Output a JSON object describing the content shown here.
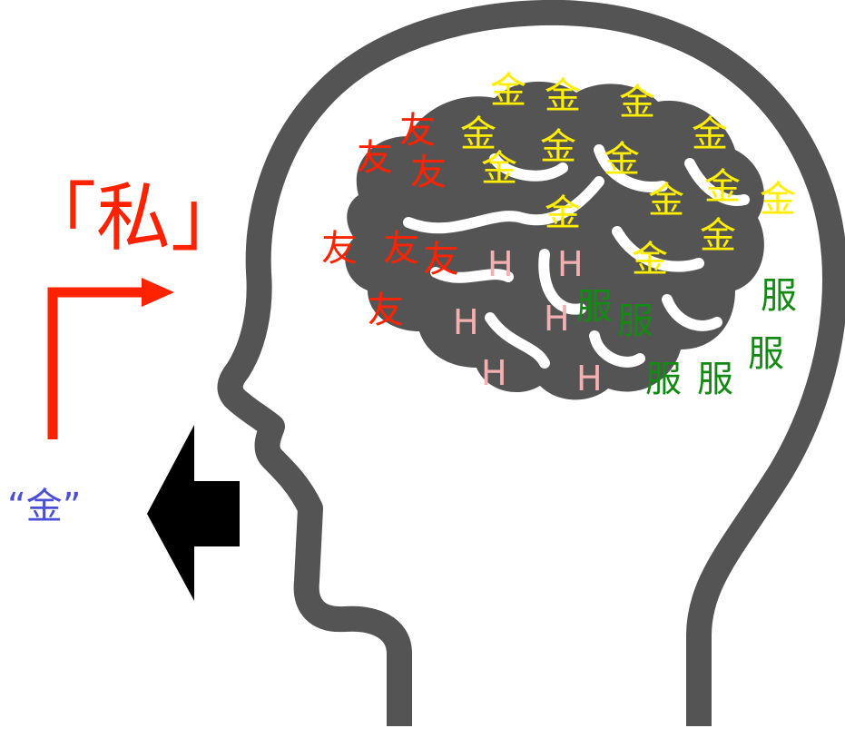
{
  "title": "「私」",
  "speech": "“金”",
  "colors": {
    "head": "#545454",
    "money": "#ffee00",
    "friend": "#ff2200",
    "h": "#f4b0b0",
    "cloth": "#138a13",
    "speech": "#4b4fd8",
    "arrow_red": "#ff2200",
    "arrow_black": "#000000"
  },
  "brain_labels": {
    "money": [
      "金",
      "金",
      "金",
      "金",
      "金",
      "金",
      "金",
      "金",
      "金",
      "金",
      "金",
      "金",
      "金",
      "金"
    ],
    "friend": [
      "友",
      "友",
      "友",
      "友",
      "友",
      "友",
      "友"
    ],
    "h": [
      "H",
      "H",
      "H",
      "H",
      "H",
      "H"
    ],
    "cloth": [
      "服",
      "服",
      "服",
      "服",
      "服",
      "服"
    ]
  }
}
